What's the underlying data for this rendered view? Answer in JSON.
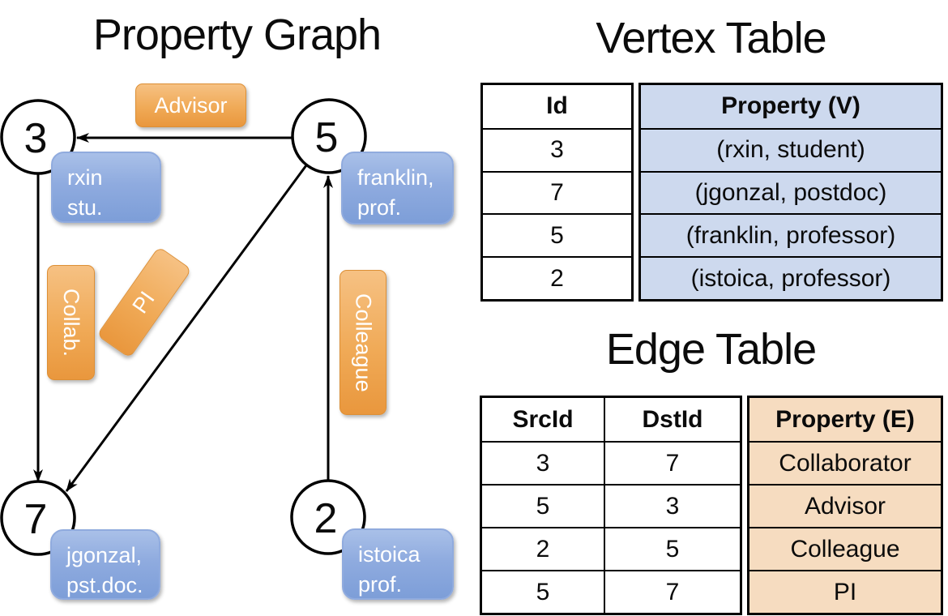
{
  "graph": {
    "title": "Property Graph",
    "vertices": [
      {
        "id": "3",
        "line1": "rxin",
        "line2": "stu."
      },
      {
        "id": "5",
        "line1": "franklin,",
        "line2": "prof."
      },
      {
        "id": "7",
        "line1": "jgonzal,",
        "line2": "pst.doc."
      },
      {
        "id": "2",
        "line1": "istoica",
        "line2": "prof."
      }
    ],
    "edges": [
      {
        "src": "5",
        "dst": "3",
        "label": "Advisor"
      },
      {
        "src": "3",
        "dst": "7",
        "label": "Collab."
      },
      {
        "src": "5",
        "dst": "7",
        "label": "PI"
      },
      {
        "src": "2",
        "dst": "5",
        "label": "Colleague"
      }
    ]
  },
  "vertex_table": {
    "title": "Vertex Table",
    "columns": [
      "Id",
      "Property (V)"
    ],
    "rows": [
      [
        "3",
        "(rxin, student)"
      ],
      [
        "7",
        "(jgonzal, postdoc)"
      ],
      [
        "5",
        "(franklin, professor)"
      ],
      [
        "2",
        "(istoica, professor)"
      ]
    ]
  },
  "edge_table": {
    "title": "Edge Table",
    "columns": [
      "SrcId",
      "DstId",
      "Property (E)"
    ],
    "rows": [
      [
        "3",
        "7",
        "Collaborator"
      ],
      [
        "5",
        "3",
        "Advisor"
      ],
      [
        "2",
        "5",
        "Colleague"
      ],
      [
        "5",
        "7",
        "PI"
      ]
    ]
  },
  "colors": {
    "edge_label_accent": "#EC9F49",
    "vertex_label_accent": "#8CA8DC",
    "vertex_table_fill": "#CDD9EE",
    "edge_table_fill": "#F6DCC0",
    "line_color": "#000000"
  }
}
